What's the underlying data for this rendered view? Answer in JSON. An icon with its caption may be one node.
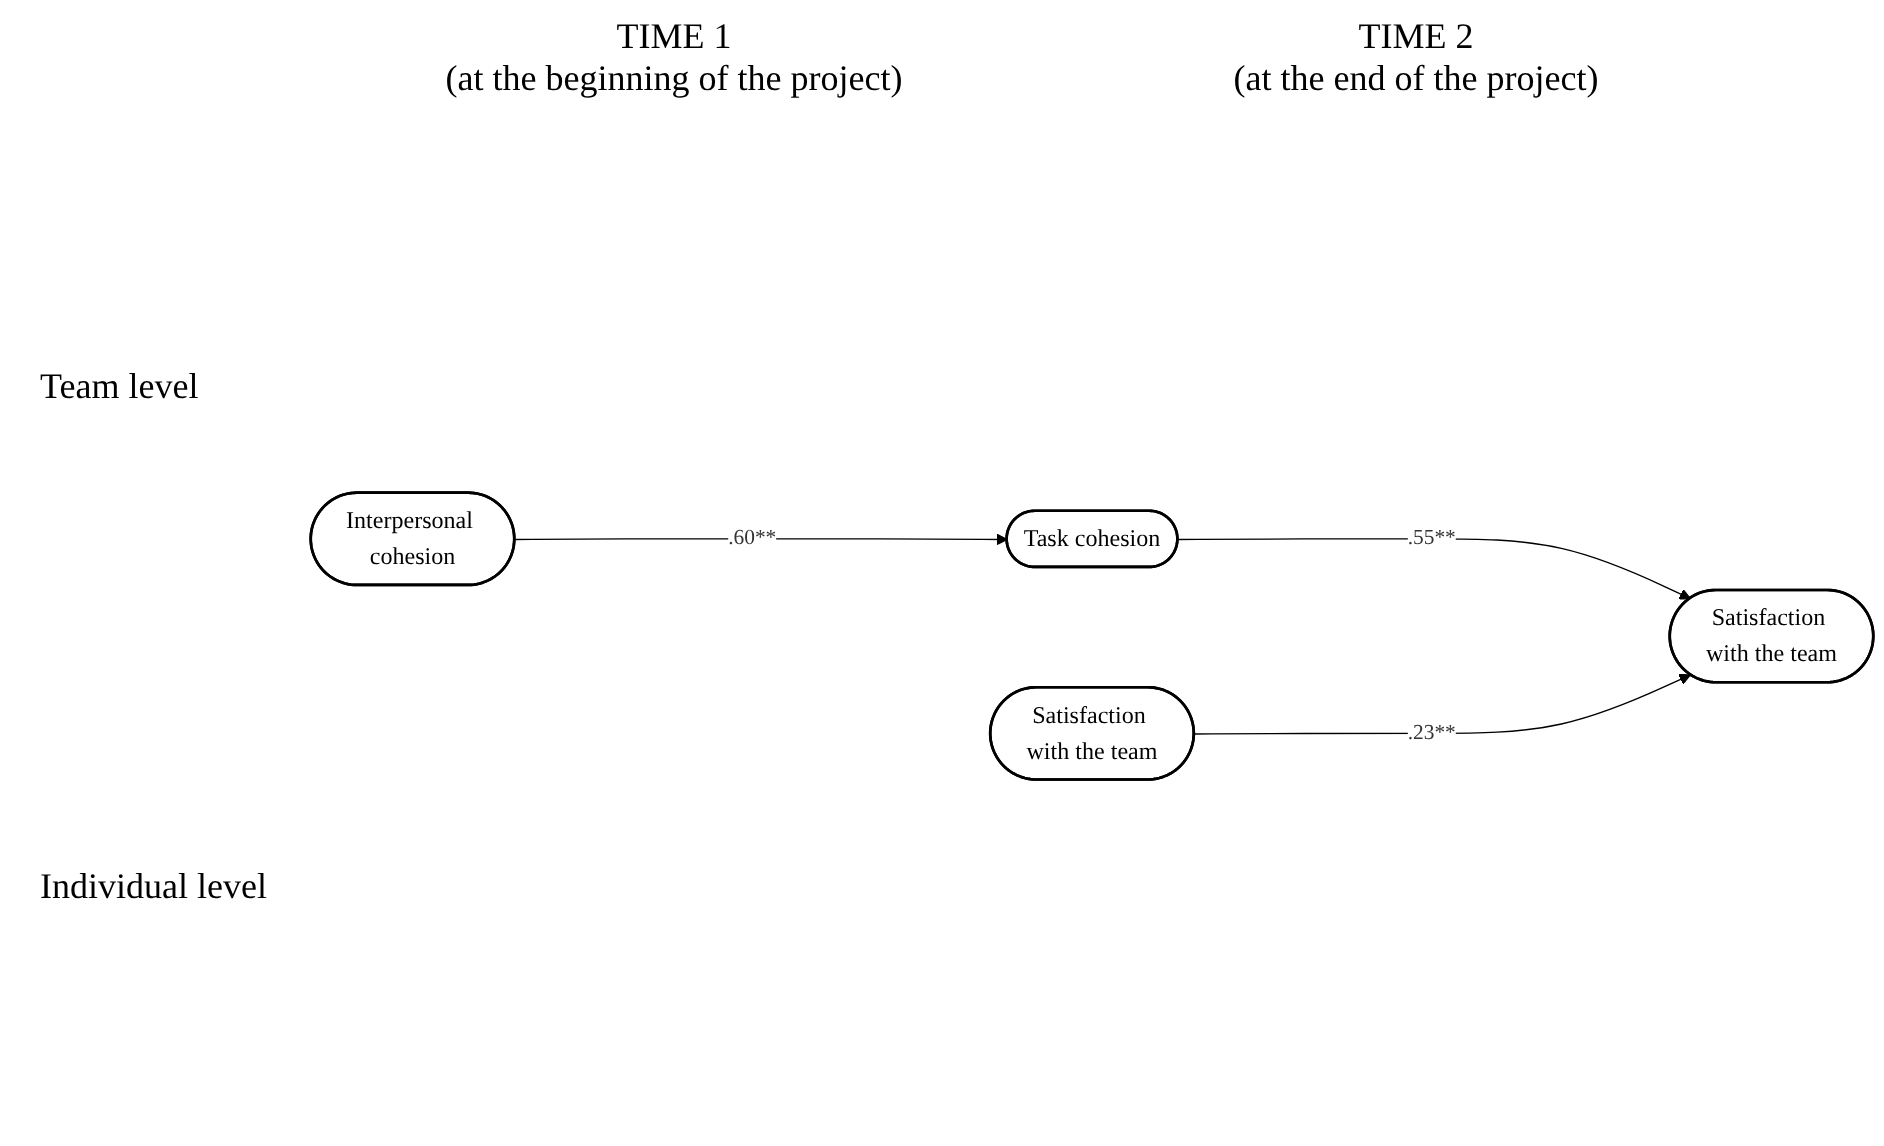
{
  "diagram": {
    "nodes": [
      {
        "text": [
          "Interpersonal cohesion"
        ]
      },
      {
        "text": [
          "Task cohesion"
        ]
      },
      {
        "text": [
          "Satisfaction with the team"
        ]
      },
      {
        "text": [
          "Satisfaction with the team"
        ]
      }
    ],
    "edges": [
      {
        "from": 0,
        "to": 1,
        "arrow": "to",
        "label": ".60**"
      },
      {
        "from": 1,
        "to": 3,
        "arrow": "to",
        "label": ".55**"
      },
      {
        "from": 2,
        "to": 3,
        "arrow": "to",
        "label": ".23**"
      }
    ],
    "labels": [
      "TIME 1",
      "(at the beginning of the project)",
      "TIME 2",
      "(at the end of the project)",
      "Team level",
      "Individual level"
    ]
  }
}
